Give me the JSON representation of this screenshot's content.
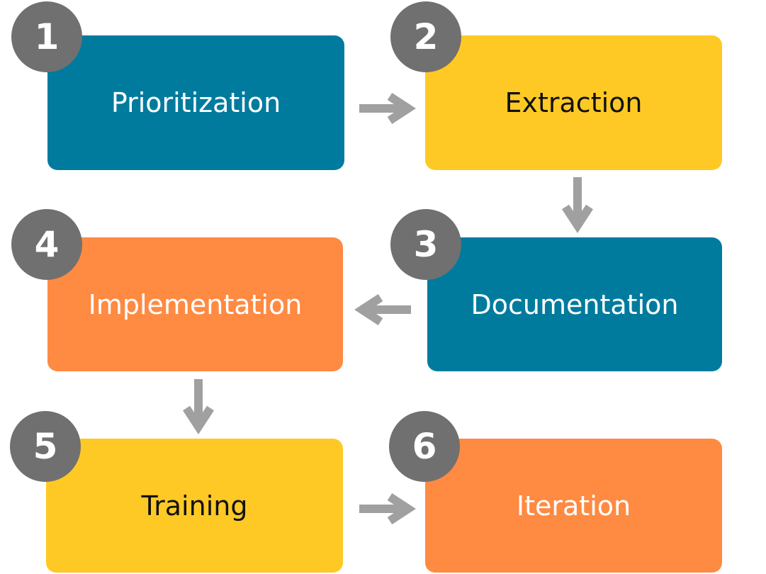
{
  "steps": [
    {
      "number": "1",
      "label": "Prioritization"
    },
    {
      "number": "2",
      "label": "Extraction"
    },
    {
      "number": "3",
      "label": "Documentation"
    },
    {
      "number": "4",
      "label": "Implementation"
    },
    {
      "number": "5",
      "label": "Training"
    },
    {
      "number": "6",
      "label": "Iteration"
    }
  ],
  "colors": {
    "teal": "#007b9e",
    "yellow": "#ffc925",
    "orange": "#ff8a42",
    "badge": "#707070",
    "arrow": "#a0a0a0"
  }
}
